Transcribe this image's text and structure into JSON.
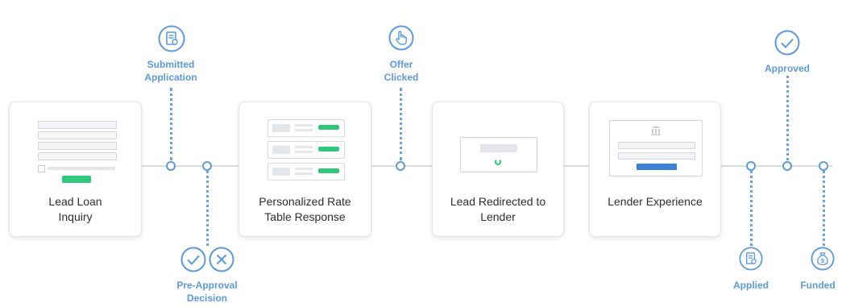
{
  "stages": {
    "lead_inquiry": {
      "line1": "Lead Loan",
      "line2": "Inquiry"
    },
    "rate_table": {
      "line1": "Personalized Rate",
      "line2": "Table Response"
    },
    "redirected": {
      "line1": "Lead Redirected to",
      "line2": "Lender"
    },
    "lender_experience": {
      "line1": "Lender Experience"
    }
  },
  "events": {
    "submitted": {
      "line1": "Submitted",
      "line2": "Application",
      "icon": "document-icon"
    },
    "pre_approval": {
      "line1": "Pre-Approval",
      "line2": "Decision",
      "icon": "check-and-x-icon"
    },
    "offer_clicked": {
      "line1": "Offer",
      "line2": "Clicked",
      "icon": "hand-pointer-icon"
    },
    "approved": {
      "line1": "Approved",
      "icon": "checkmark-icon"
    },
    "applied": {
      "line1": "Applied",
      "icon": "document-icon"
    },
    "funded": {
      "line1": "Funded",
      "icon": "money-bag-icon"
    }
  },
  "colors": {
    "accent": "#5b9ae0",
    "green": "#2fc97b",
    "blue_button": "#3b82d6",
    "line": "#d9dde2"
  }
}
